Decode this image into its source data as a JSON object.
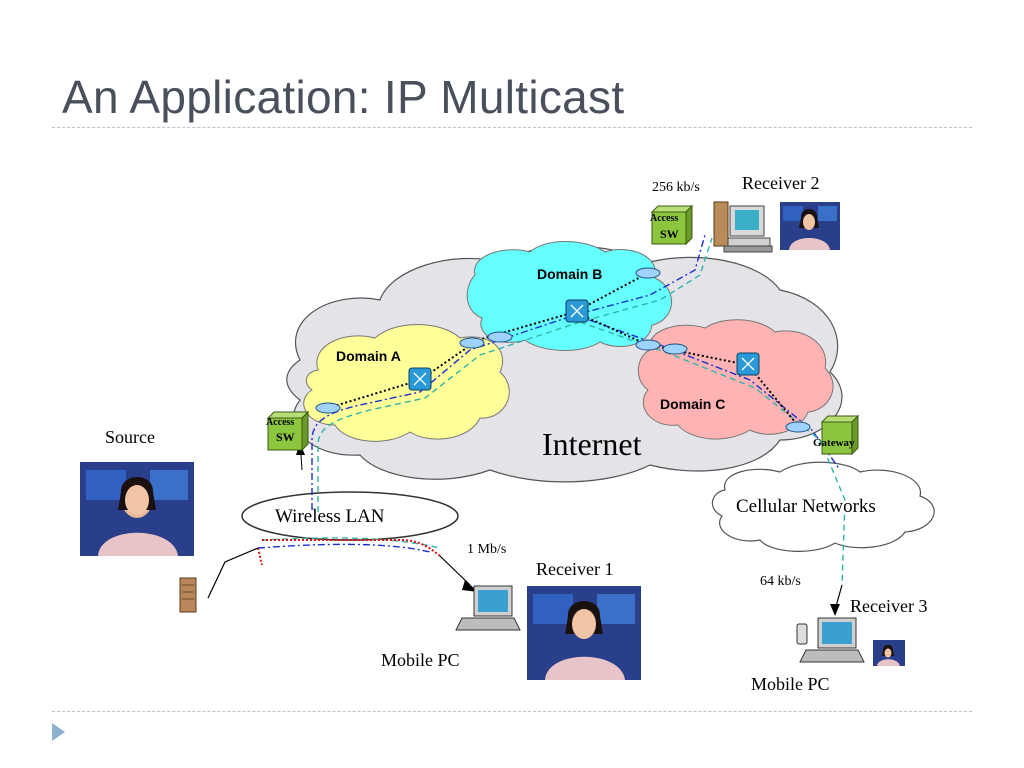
{
  "slide": {
    "title": "An Application: IP Multicast"
  },
  "diagram": {
    "internet_label": "Internet",
    "domains": [
      "Domain A",
      "Domain B",
      "Domain C"
    ],
    "cellular_label": "Cellular Networks",
    "wireless_label": "Wireless LAN",
    "access_switch_label": [
      "Access",
      "SW"
    ],
    "gateway_label": "Gateway",
    "source_label": "Source",
    "receiver1": {
      "label": "Receiver 1",
      "device": "Mobile PC",
      "rate": "1 Mb/s"
    },
    "receiver2": {
      "label": "Receiver 2",
      "rate": "256 kb/s"
    },
    "receiver3": {
      "label": "Receiver 3",
      "device": "Mobile PC",
      "rate": "64 kb/s"
    }
  },
  "colors": {
    "cloud_gray": "#e4e4e8",
    "domain_a": "#ffff99",
    "domain_b": "#66ffff",
    "domain_c": "#ffb3b3",
    "switch_green": "#8cc63f",
    "path_blue": "#1a2fd0",
    "path_cyan": "#2fb5a8",
    "path_red": "#e01010"
  }
}
